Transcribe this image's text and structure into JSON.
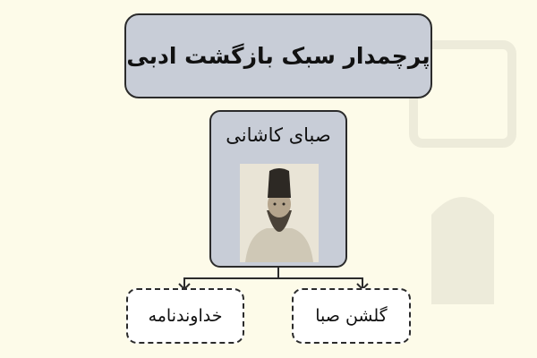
{
  "title": "پرچمدار سبک بازگشت ادبی",
  "person": {
    "name": "صبای کاشانی",
    "portrait_icon": "portrait-photo"
  },
  "works": [
    {
      "label": "خداوندنامه"
    },
    {
      "label": "گلشن صبا"
    }
  ],
  "colors": {
    "background": "#fdfbe9",
    "box_fill": "#c8cdd7",
    "border": "#2b2b2b",
    "work_fill": "#ffffff"
  }
}
